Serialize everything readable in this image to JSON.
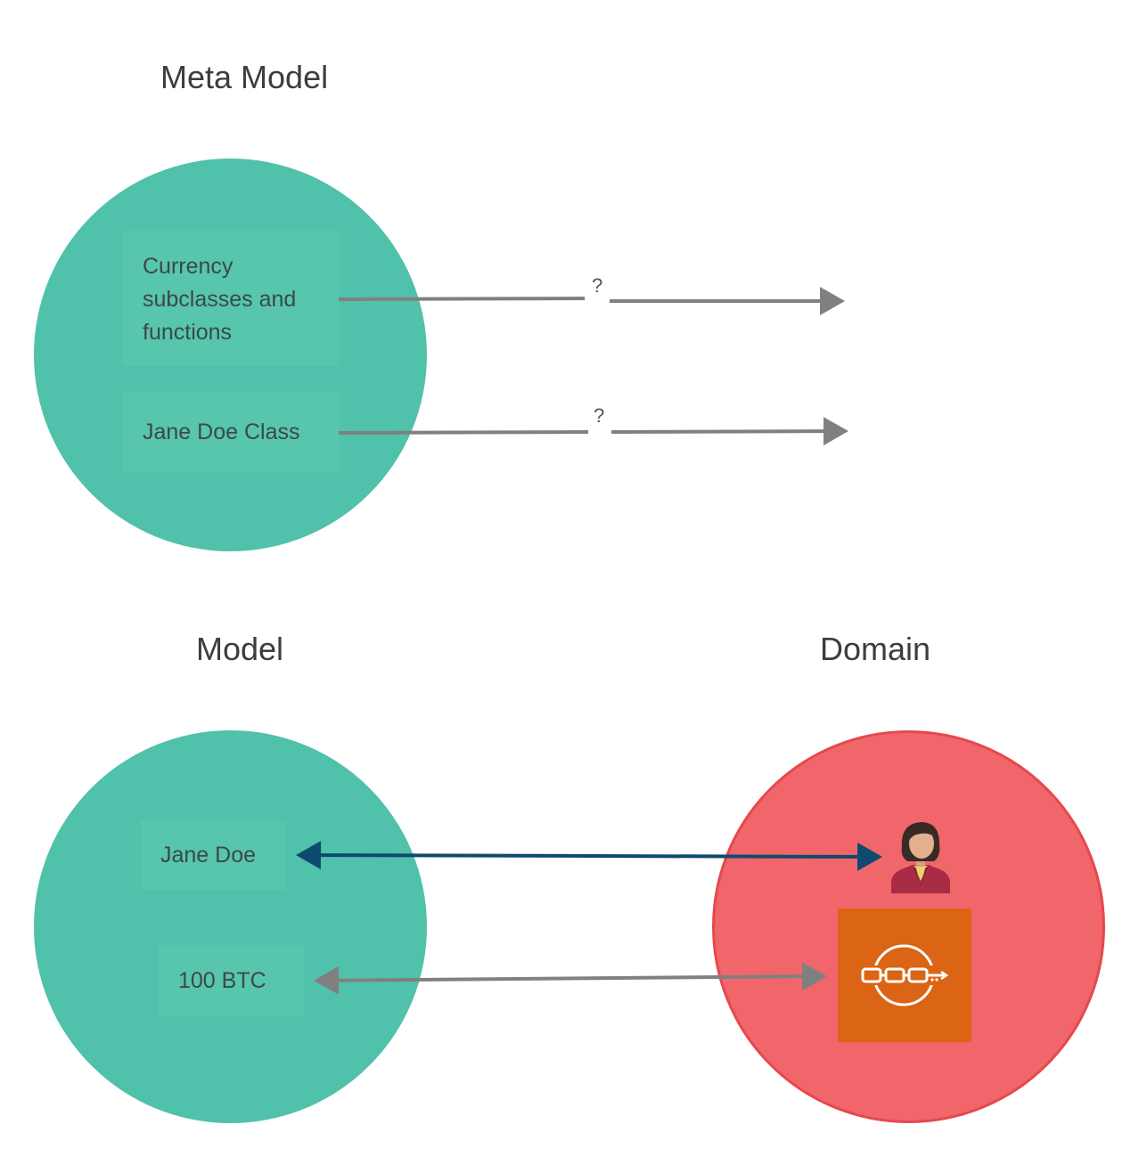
{
  "meta_model": {
    "title": "Meta Model",
    "items": [
      {
        "label_lines": [
          "Currency",
          "subclasses and",
          "functions"
        ],
        "arrow_label": "?"
      },
      {
        "label": "Jane Doe Class",
        "arrow_label": "?"
      }
    ]
  },
  "model": {
    "title": "Model",
    "items": [
      {
        "label": "Jane Doe"
      },
      {
        "label": "100 BTC"
      }
    ]
  },
  "domain": {
    "title": "Domain",
    "icons": [
      "person-icon",
      "blockchain-icon"
    ]
  },
  "colors": {
    "teal": "#50c1aa",
    "red": "#f1666a",
    "orange": "#db6514",
    "navy_arrow": "#0e4a6e",
    "gray_arrow": "#808080"
  }
}
